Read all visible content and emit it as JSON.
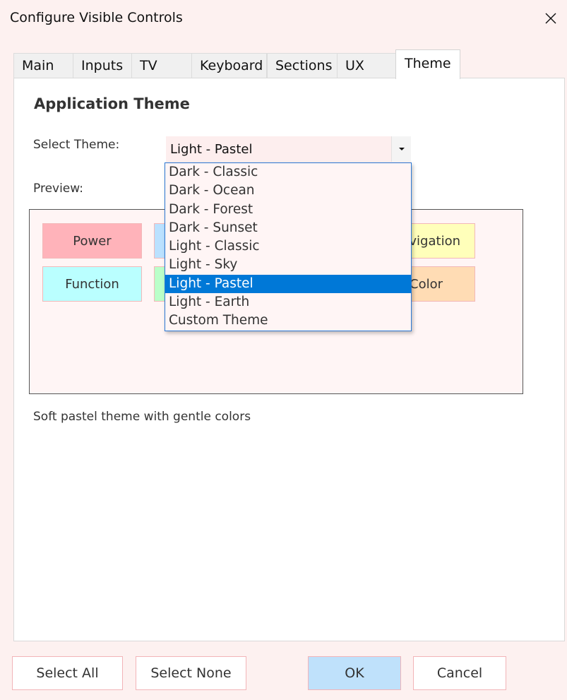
{
  "window": {
    "title": "Configure Visible Controls"
  },
  "tabs": [
    {
      "label": "Main",
      "active": false
    },
    {
      "label": "Inputs",
      "active": false
    },
    {
      "label": "TV",
      "active": false
    },
    {
      "label": "Keyboard",
      "active": false
    },
    {
      "label": "Sections",
      "active": false
    },
    {
      "label": "UX",
      "active": false
    },
    {
      "label": "Theme",
      "active": true
    }
  ],
  "theme_panel": {
    "section_title": "Application Theme",
    "select_label": "Select Theme:",
    "selected_theme": "Light - Pastel",
    "preview_label": "Preview:",
    "description": "Soft pastel theme with gentle colors"
  },
  "theme_options": [
    "Dark - Classic",
    "Dark - Ocean",
    "Dark - Forest",
    "Dark - Sunset",
    "Light - Classic",
    "Light - Sky",
    "Light - Pastel",
    "Light - Earth",
    "Custom Theme"
  ],
  "preview_buttons": {
    "power": {
      "label": "Power",
      "color": "#ffb3ba"
    },
    "navigation": {
      "label": "Navigation",
      "color": "#ffffba"
    },
    "function": {
      "label": "Function",
      "color": "#baffff"
    },
    "color": {
      "label": "Color",
      "color": "#ffdcb4"
    },
    "hidden_blue_color": "#bae1ff",
    "hidden_green_color": "#baffc9"
  },
  "footer": {
    "select_all": "Select All",
    "select_none": "Select None",
    "ok": "OK",
    "cancel": "Cancel"
  },
  "colors": {
    "window_bg": "#fdf1f0",
    "accent": "#0078d7",
    "ok_bg": "#bfe1fb",
    "button_border": "#f2b4b8"
  },
  "icons": {
    "close": "close-icon",
    "dropdown": "dropdown-arrow-icon"
  }
}
